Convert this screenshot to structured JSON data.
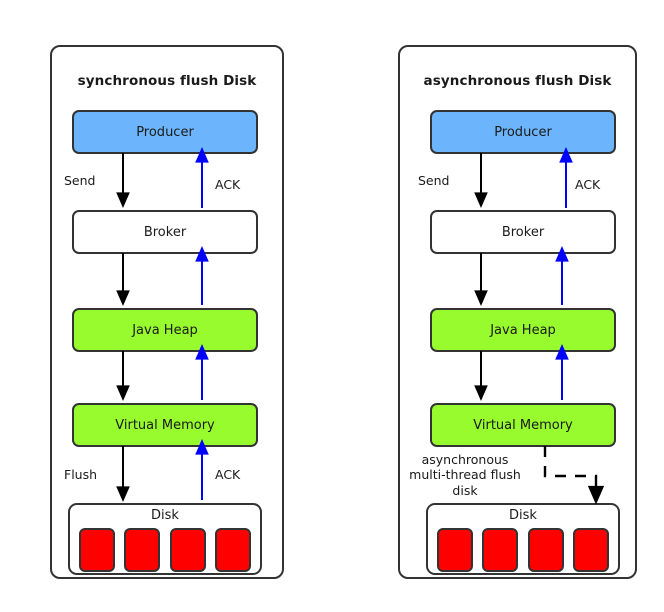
{
  "diagram": {
    "title_left": "synchronous flush Disk",
    "title_right": "asynchronous flush Disk",
    "colors": {
      "producer": "#6cb4fb",
      "memory": "#97fb2e",
      "disk_cell": "#ff0000",
      "stroke": "#333333",
      "ack_arrow": "#0000ff",
      "flow_arrow": "#000000"
    }
  },
  "panels": [
    {
      "id": "synchronous",
      "title": "synchronous flush Disk",
      "nodes": [
        {
          "label": "Producer",
          "style": "blue"
        },
        {
          "label": "Broker",
          "style": "plain"
        },
        {
          "label": "Java Heap",
          "style": "green"
        },
        {
          "label": "Virtual Memory",
          "style": "green"
        }
      ],
      "disk": {
        "label": "Disk",
        "cells": 4
      },
      "edge_labels": [
        {
          "text": "Send"
        },
        {
          "text": "ACK"
        },
        {
          "text": "Flush"
        },
        {
          "text": "ACK"
        }
      ]
    },
    {
      "id": "asynchronous",
      "title": "asynchronous flush Disk",
      "nodes": [
        {
          "label": "Producer",
          "style": "blue"
        },
        {
          "label": "Broker",
          "style": "plain"
        },
        {
          "label": "Java Heap",
          "style": "green"
        },
        {
          "label": "Virtual Memory",
          "style": "green"
        }
      ],
      "disk": {
        "label": "Disk",
        "cells": 4
      },
      "edge_labels": [
        {
          "text": "Send"
        },
        {
          "text": "ACK"
        },
        {
          "text": "asynchronous multi-thread flush disk"
        }
      ]
    }
  ]
}
